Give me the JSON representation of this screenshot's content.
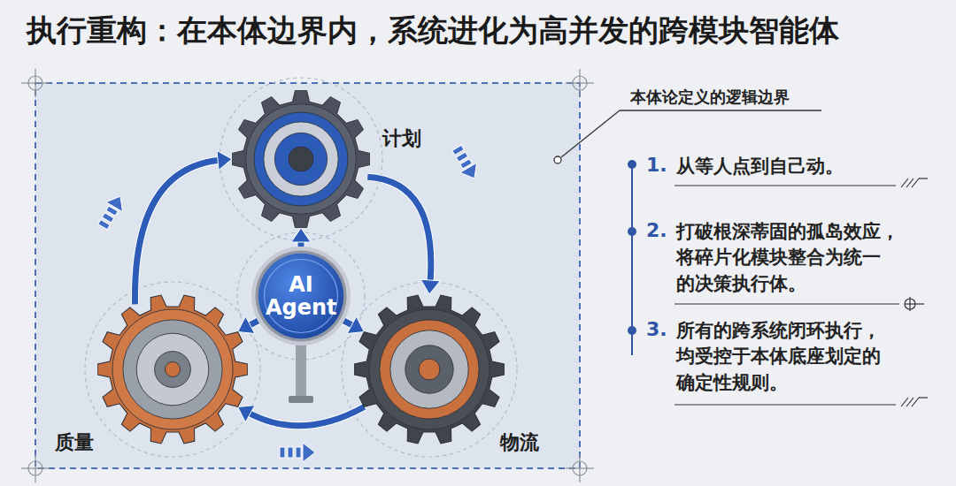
{
  "diagram": {
    "title": "执行重构：在本体边界内，系统进化为高并发的跨模块智能体",
    "nodes": [
      {
        "text": [
          "计划"
        ]
      },
      {
        "text": [
          "AI Agent"
        ]
      },
      {
        "text": [
          "质量"
        ]
      },
      {
        "text": [
          "物流"
        ]
      }
    ],
    "edges": [
      {
        "from": 1,
        "to": 0,
        "arrow": "to"
      },
      {
        "from": 1,
        "to": 2,
        "arrow": "to"
      },
      {
        "from": 1,
        "to": 3,
        "arrow": "to"
      },
      {
        "from": 0,
        "to": 3,
        "arrow": "to"
      },
      {
        "from": 3,
        "to": 2,
        "arrow": "to"
      },
      {
        "from": 2,
        "to": 0,
        "arrow": "to"
      }
    ],
    "labels": [
      "本体论定义的逻辑边界",
      "1.",
      "从等人点到自己动。",
      "2.",
      "打破根深蒂固的孤岛效应， 将碎片化模块整合为统一 的决策执行体。",
      "3.",
      "所有的跨系统闭环执行， 均受控于本体底座划定的 确定性规则。"
    ]
  }
}
